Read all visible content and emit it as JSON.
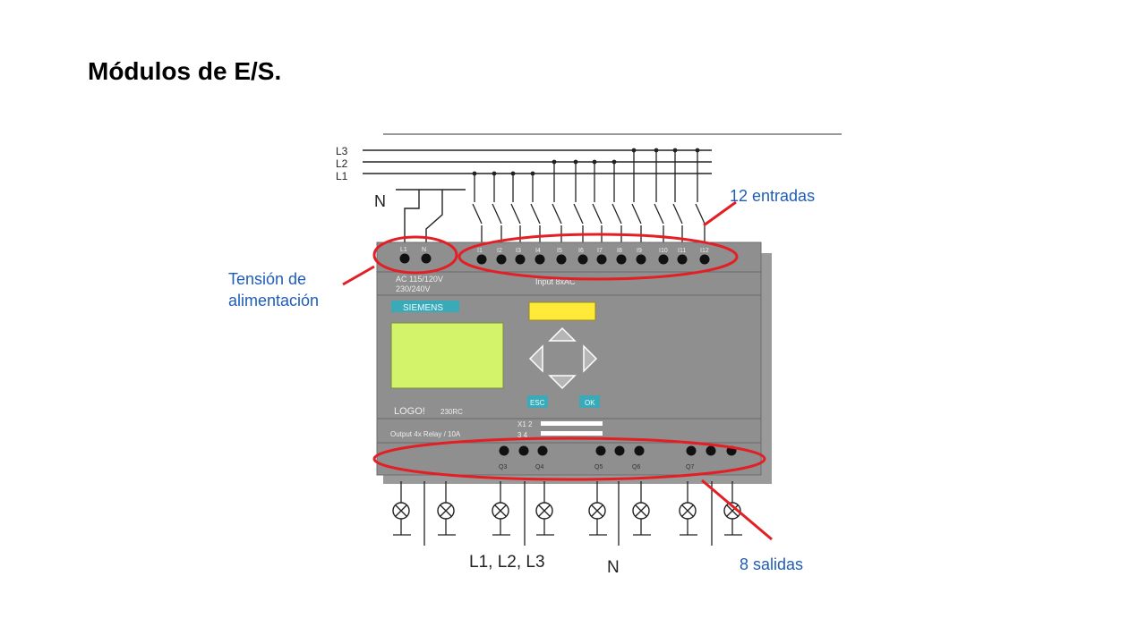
{
  "slide": {
    "title": "Módulos de E/S."
  },
  "diagram": {
    "phase_labels": [
      "L3",
      "L2",
      "L1"
    ],
    "neutral_label": "N",
    "inputs_annotation": "12 entradas",
    "supply_annotation": [
      "Tensión de",
      "alimentación"
    ],
    "outputs_annotation": "8 salidas",
    "bottom_phase_label": "L1, L2, L3",
    "bottom_neutral_label": "N",
    "power_terminals": [
      "L1",
      "N"
    ],
    "input_terminals": [
      "I1",
      "I2",
      "I3",
      "I4",
      "I5",
      "I6",
      "I7",
      "I8",
      "I9",
      "I10",
      "I11",
      "I12"
    ],
    "output_terminals": [
      "Q3",
      "Q4",
      "Q5",
      "Q6",
      "Q7"
    ],
    "module": {
      "supply_rating": [
        "AC 115/120V",
        "230/240V"
      ],
      "input_label": "Input 8xAC",
      "brand": "SIEMENS",
      "model": "LOGO!",
      "variant": "230RC",
      "esc_label": "ESC",
      "ok_label": "OK",
      "output_label": "Output 4x Relay / 10A",
      "pin_labels": [
        "X1 2",
        "3 4"
      ]
    }
  }
}
